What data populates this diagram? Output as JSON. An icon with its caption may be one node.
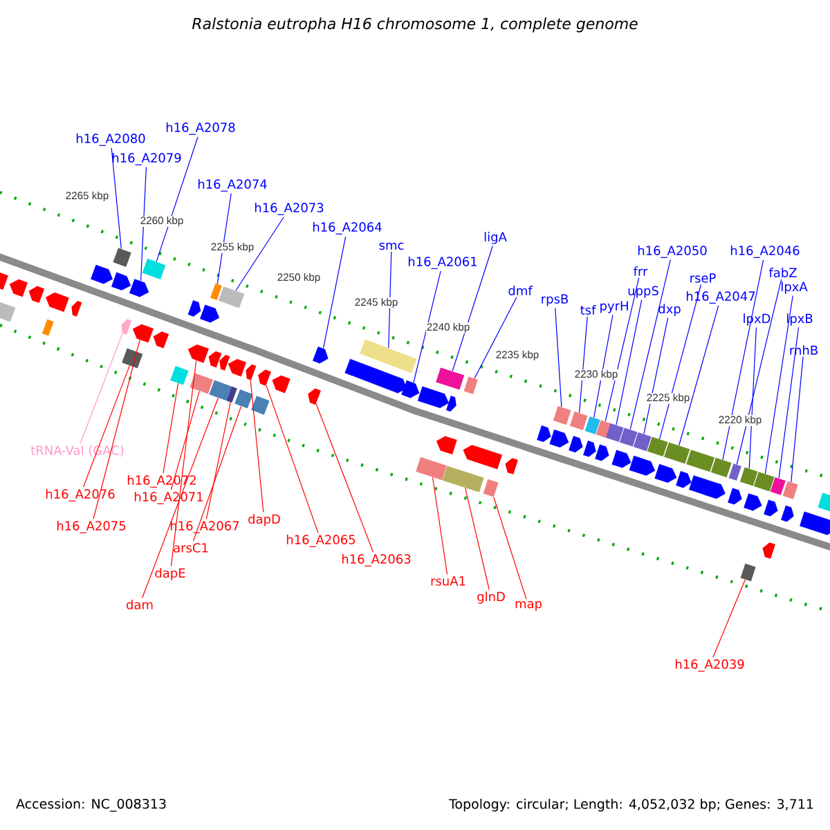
{
  "diagram": {
    "title": "Ralstonia eutropha H16 chromosome 1, complete genome",
    "nodes": [
      {
        "text": [
          "h16_A2080"
        ]
      },
      {
        "text": [
          "h16_A2078"
        ]
      },
      {
        "text": [
          "h16_A2079"
        ]
      },
      {
        "text": [
          "h16_A2074"
        ]
      },
      {
        "text": [
          "h16_A2073"
        ]
      },
      {
        "text": [
          "h16_A2064"
        ]
      },
      {
        "text": [
          "smc"
        ]
      },
      {
        "text": [
          "h16_A2061"
        ]
      },
      {
        "text": [
          "ligA"
        ]
      },
      {
        "text": [
          "dmf"
        ]
      },
      {
        "text": [
          "rpsB"
        ]
      },
      {
        "text": [
          "tsf"
        ]
      },
      {
        "text": [
          "pyrH"
        ]
      },
      {
        "text": [
          "frr"
        ]
      },
      {
        "text": [
          "uppS"
        ]
      },
      {
        "text": [
          "h16_A2050"
        ]
      },
      {
        "text": [
          "dxp"
        ]
      },
      {
        "text": [
          "rseP"
        ]
      },
      {
        "text": [
          "h16_A2047"
        ]
      },
      {
        "text": [
          "h16_A2046"
        ]
      },
      {
        "text": [
          "fabZ"
        ]
      },
      {
        "text": [
          "lpxA"
        ]
      },
      {
        "text": [
          "lpxD"
        ]
      },
      {
        "text": [
          "lpxB"
        ]
      },
      {
        "text": [
          "rnhB"
        ]
      },
      {
        "text": [
          "tRNA-Val (GAC)"
        ]
      },
      {
        "text": [
          "h16_A2076"
        ]
      },
      {
        "text": [
          "h16_A2075"
        ]
      },
      {
        "text": [
          "h16_A2072"
        ]
      },
      {
        "text": [
          "h16_A2071"
        ]
      },
      {
        "text": [
          "h16_A2067"
        ]
      },
      {
        "text": [
          "arsC1"
        ]
      },
      {
        "text": [
          "dapE"
        ]
      },
      {
        "text": [
          "dam"
        ]
      },
      {
        "text": [
          "dapD"
        ]
      },
      {
        "text": [
          "h16_A2065"
        ]
      },
      {
        "text": [
          "h16_A2063"
        ]
      },
      {
        "text": [
          "rsuA1"
        ]
      },
      {
        "text": [
          "glnD"
        ]
      },
      {
        "text": [
          "map"
        ]
      },
      {
        "text": [
          "h16_A2039"
        ]
      },
      {
        "text": [],
        "shape": "arrow"
      },
      {
        "text": [],
        "shape": "arrow"
      },
      {
        "text": [],
        "shape": "arrow"
      },
      {
        "text": [],
        "shape": "arrow"
      },
      {
        "text": [],
        "shape": "arrow"
      },
      {
        "text": [],
        "shape": "arrow"
      },
      {
        "text": [],
        "shape": "arrow"
      },
      {
        "text": [],
        "shape": "arrow"
      },
      {
        "text": [],
        "shape": "arrow"
      },
      {
        "text": [],
        "shape": "arrow"
      },
      {
        "text": [],
        "shape": "arrow"
      },
      {
        "text": [],
        "shape": "arrow"
      },
      {
        "text": [],
        "shape": "arrow"
      },
      {
        "text": [],
        "shape": "arrow"
      },
      {
        "text": [],
        "shape": "arrow"
      },
      {
        "text": [],
        "shape": "arrow"
      },
      {
        "text": [],
        "shape": "arrow"
      },
      {
        "text": [],
        "shape": "arrow"
      },
      {
        "text": [],
        "shape": "arrow"
      },
      {
        "text": [],
        "shape": "arrow"
      },
      {
        "text": [],
        "shape": "arrow"
      },
      {
        "text": [],
        "shape": "arrow"
      },
      {
        "text": [],
        "shape": "arrow"
      },
      {
        "text": [],
        "shape": "arrow"
      },
      {
        "text": [],
        "shape": "arrow"
      },
      {
        "text": [],
        "shape": "box"
      },
      {
        "text": [],
        "shape": "box"
      },
      {
        "text": [],
        "shape": "box"
      },
      {
        "text": [],
        "shape": "box"
      },
      {
        "text": [],
        "shape": "box"
      },
      {
        "text": [],
        "shape": "box"
      },
      {
        "text": [],
        "shape": "box"
      },
      {
        "text": [],
        "shape": "box"
      },
      {
        "text": [],
        "shape": "box"
      },
      {
        "text": [],
        "shape": "box"
      },
      {
        "text": [],
        "shape": "box"
      },
      {
        "text": [],
        "shape": "box"
      },
      {
        "text": [],
        "shape": "box"
      },
      {
        "text": [],
        "shape": "box"
      },
      {
        "text": [],
        "shape": "box"
      },
      {
        "text": [],
        "shape": "box"
      },
      {
        "text": [],
        "shape": "box"
      },
      {
        "text": [],
        "shape": "box"
      },
      {
        "text": [],
        "shape": "box"
      },
      {
        "text": [],
        "shape": "box"
      },
      {
        "text": [],
        "shape": "box"
      },
      {
        "text": [],
        "shape": "box"
      },
      {
        "text": [],
        "shape": "box"
      },
      {
        "text": [],
        "shape": "box"
      },
      {
        "text": [],
        "shape": "arrow"
      },
      {
        "text": [],
        "shape": "arrow"
      },
      {
        "text": [],
        "shape": "arrow"
      },
      {
        "text": [],
        "shape": "arrow"
      },
      {
        "text": [],
        "shape": "arrow"
      },
      {
        "text": [],
        "shape": "arrow"
      },
      {
        "text": [],
        "shape": "arrow"
      },
      {
        "text": [],
        "shape": "arrow"
      },
      {
        "text": [],
        "shape": "arrow"
      },
      {
        "text": [],
        "shape": "arrow"
      },
      {
        "text": [],
        "shape": "arrow"
      },
      {
        "text": [],
        "shape": "arrow"
      },
      {
        "text": [],
        "shape": "arrow"
      },
      {
        "text": [],
        "shape": "arrow"
      },
      {
        "text": [],
        "shape": "arrow"
      },
      {
        "text": [],
        "shape": "arrow"
      },
      {
        "text": [],
        "shape": "arrow"
      },
      {
        "text": [],
        "shape": "arrow"
      },
      {
        "text": [],
        "shape": "arrow"
      },
      {
        "text": [],
        "shape": "arrow"
      },
      {
        "text": [],
        "shape": "box"
      },
      {
        "text": [],
        "shape": "box"
      },
      {
        "text": [],
        "shape": "box"
      },
      {
        "text": [],
        "shape": "box"
      },
      {
        "text": [],
        "shape": "box"
      },
      {
        "text": [],
        "shape": "box"
      },
      {
        "text": [],
        "shape": "box"
      },
      {
        "text": [],
        "shape": "box"
      },
      {
        "text": [],
        "shape": "box"
      },
      {
        "text": [],
        "shape": "box"
      },
      {
        "text": [],
        "shape": "box"
      },
      {
        "text": [],
        "shape": "box"
      },
      {
        "text": [],
        "shape": "box"
      }
    ],
    "edges": [
      {
        "from": 0,
        "to": 66,
        "arrow": "none"
      },
      {
        "from": 1,
        "to": 67,
        "arrow": "none"
      },
      {
        "from": 2,
        "to": 43,
        "arrow": "none"
      },
      {
        "from": 3,
        "to": 68,
        "arrow": "none"
      },
      {
        "from": 4,
        "to": 69,
        "arrow": "none"
      },
      {
        "from": 5,
        "to": 46,
        "arrow": "none"
      },
      {
        "from": 6,
        "to": 70,
        "arrow": "none"
      },
      {
        "from": 7,
        "to": 48,
        "arrow": "none"
      },
      {
        "from": 8,
        "to": 71,
        "arrow": "none"
      },
      {
        "from": 9,
        "to": 72,
        "arrow": "none"
      },
      {
        "from": 10,
        "to": 73,
        "arrow": "none"
      },
      {
        "from": 11,
        "to": 74,
        "arrow": "none"
      },
      {
        "from": 12,
        "to": 75,
        "arrow": "none"
      },
      {
        "from": 13,
        "to": 76,
        "arrow": "none"
      },
      {
        "from": 14,
        "to": 77,
        "arrow": "none"
      },
      {
        "from": 15,
        "to": 78,
        "arrow": "none"
      },
      {
        "from": 16,
        "to": 79,
        "arrow": "none"
      },
      {
        "from": 17,
        "to": 80,
        "arrow": "none"
      },
      {
        "from": 18,
        "to": 81,
        "arrow": "none"
      },
      {
        "from": 19,
        "to": 83,
        "arrow": "none"
      },
      {
        "from": 20,
        "to": 84,
        "arrow": "none"
      },
      {
        "from": 21,
        "to": 86,
        "arrow": "none"
      },
      {
        "from": 22,
        "to": 85,
        "arrow": "none"
      },
      {
        "from": 23,
        "to": 87,
        "arrow": "none"
      },
      {
        "from": 24,
        "to": 88,
        "arrow": "none"
      },
      {
        "from": 25,
        "to": 95,
        "arrow": "none",
        "color": "#ff99cc"
      },
      {
        "from": 26,
        "to": 112,
        "arrow": "none",
        "color": "#ff0000"
      },
      {
        "from": 27,
        "to": 96,
        "arrow": "none",
        "color": "#ff0000"
      },
      {
        "from": 28,
        "to": 113,
        "arrow": "none",
        "color": "#ff0000"
      },
      {
        "from": 29,
        "to": 114,
        "arrow": "none",
        "color": "#ff0000"
      },
      {
        "from": 30,
        "to": 116,
        "arrow": "none",
        "color": "#ff0000"
      },
      {
        "from": 31,
        "to": 117,
        "arrow": "none",
        "color": "#ff0000"
      },
      {
        "from": 32,
        "to": 98,
        "arrow": "none",
        "color": "#ff0000"
      },
      {
        "from": 33,
        "to": 115,
        "arrow": "none",
        "color": "#ff0000"
      },
      {
        "from": 34,
        "to": 102,
        "arrow": "none",
        "color": "#ff0000"
      },
      {
        "from": 35,
        "to": 103,
        "arrow": "none",
        "color": "#ff0000"
      },
      {
        "from": 36,
        "to": 105,
        "arrow": "none",
        "color": "#ff0000"
      },
      {
        "from": 37,
        "to": 119,
        "arrow": "none",
        "color": "#ff0000"
      },
      {
        "from": 38,
        "to": 120,
        "arrow": "none",
        "color": "#ff0000"
      },
      {
        "from": 39,
        "to": 121,
        "arrow": "none",
        "color": "#ff0000"
      },
      {
        "from": 40,
        "to": 122,
        "arrow": "none",
        "color": "#ff0000"
      }
    ],
    "labels": [
      "2265 kbp",
      "2260 kbp",
      "2255 kbp",
      "2250 kbp",
      "2245 kbp",
      "2240 kbp",
      "2235 kbp",
      "2230 kbp",
      "2225 kbp",
      "2220 kbp",
      "Accession: NC_008313",
      "Topology: circular; Length: 4,052,032 bp; Genes: 3,711"
    ]
  }
}
